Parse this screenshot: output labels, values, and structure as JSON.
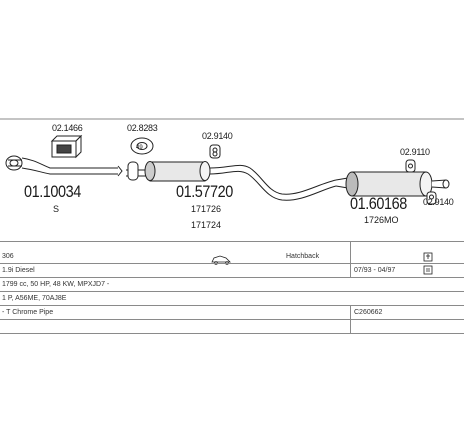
{
  "parts": {
    "p1_code": "02.1466",
    "p2_code": "02.8283",
    "p3_code": "02.9140",
    "p4_code": "02.9110",
    "p5_code": "02.9140",
    "front_pipe": {
      "number": "01.10034",
      "sub": "S"
    },
    "middle": {
      "number": "01.57720",
      "ref1": "171726",
      "ref2": "171724"
    },
    "rear": {
      "number": "01.60168",
      "ref1": "1726MO"
    }
  },
  "table": {
    "model": "306",
    "body": "Hatchback",
    "dates": "07/93 - 04/97",
    "engine": "1.9i Diesel",
    "spec": "1799 cc, 50 HP, 48 KW, MPXJD7 -",
    "note": "1 P, A56ME, 70AJ8E",
    "pipe": "- T Chrome Pipe",
    "catalog": "C260662"
  }
}
